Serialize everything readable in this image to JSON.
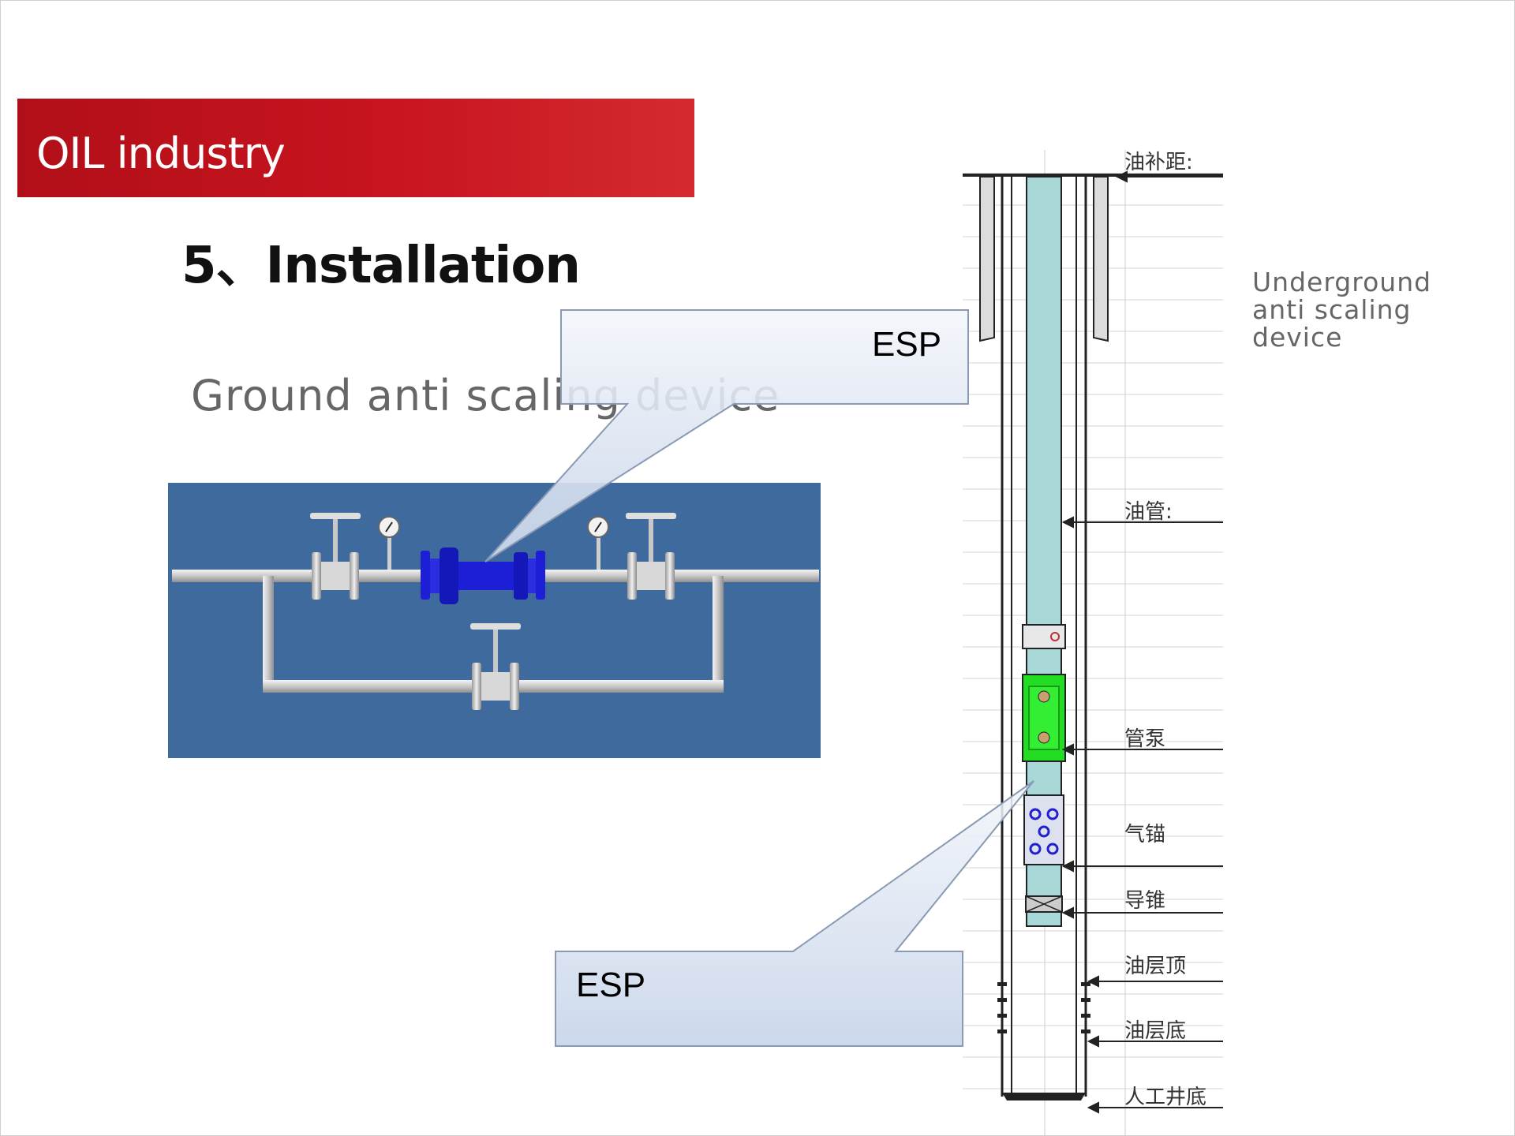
{
  "header": {
    "title": "OIL industry"
  },
  "section": {
    "title": "5、Installation"
  },
  "ground": {
    "label": "Ground anti scaling device"
  },
  "underground": {
    "label": "Underground\nanti scaling\ndevice"
  },
  "callouts": {
    "top_label": "ESP",
    "bottom_label": "ESP"
  },
  "well_labels": [
    "油补距:",
    "油管:",
    "管泵",
    "气锚",
    "导锥",
    "油层顶",
    "油层底",
    "人工井底"
  ],
  "colors": {
    "banner": "#c8141f",
    "panel_bg": "#3f6a9e",
    "device": "#1c1fd6",
    "tubing": "#a8d8d8",
    "pump": "#22dd22",
    "callout": "#d8e2f0"
  }
}
